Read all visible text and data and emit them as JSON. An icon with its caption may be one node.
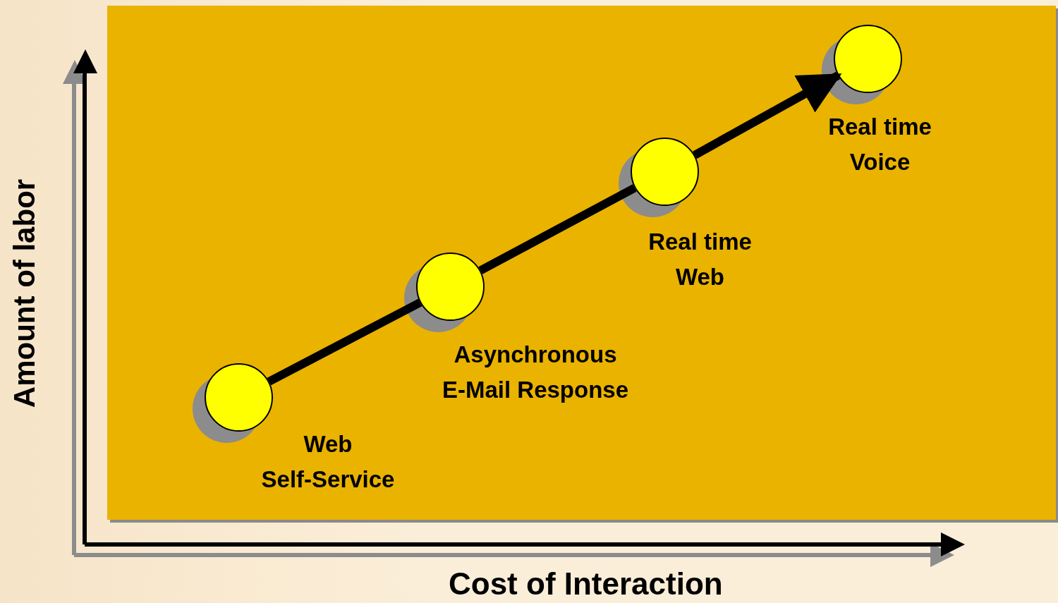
{
  "diagram": {
    "nodes": [
      {
        "text": [],
        "shape": "box"
      },
      {
        "text": [],
        "shape": "circle",
        "in": 0,
        "beside": [
          "Web Self-Service"
        ]
      },
      {
        "text": [],
        "shape": "circle",
        "in": 0,
        "beside": [
          "Asynchronous E-Mail Response"
        ]
      },
      {
        "text": [],
        "shape": "circle",
        "in": 0,
        "beside": [
          "Real time Web"
        ]
      },
      {
        "text": [],
        "shape": "circle",
        "in": 0,
        "beside": [
          "Real time Voice"
        ]
      }
    ],
    "edges": [
      {
        "from": 1,
        "to": 2,
        "arrow": "none"
      },
      {
        "from": 2,
        "to": 3,
        "arrow": "none"
      },
      {
        "from": 3,
        "to": 4,
        "arrow": "to"
      }
    ],
    "labels": [
      "Amount of labor",
      "Cost of Interaction"
    ]
  }
}
